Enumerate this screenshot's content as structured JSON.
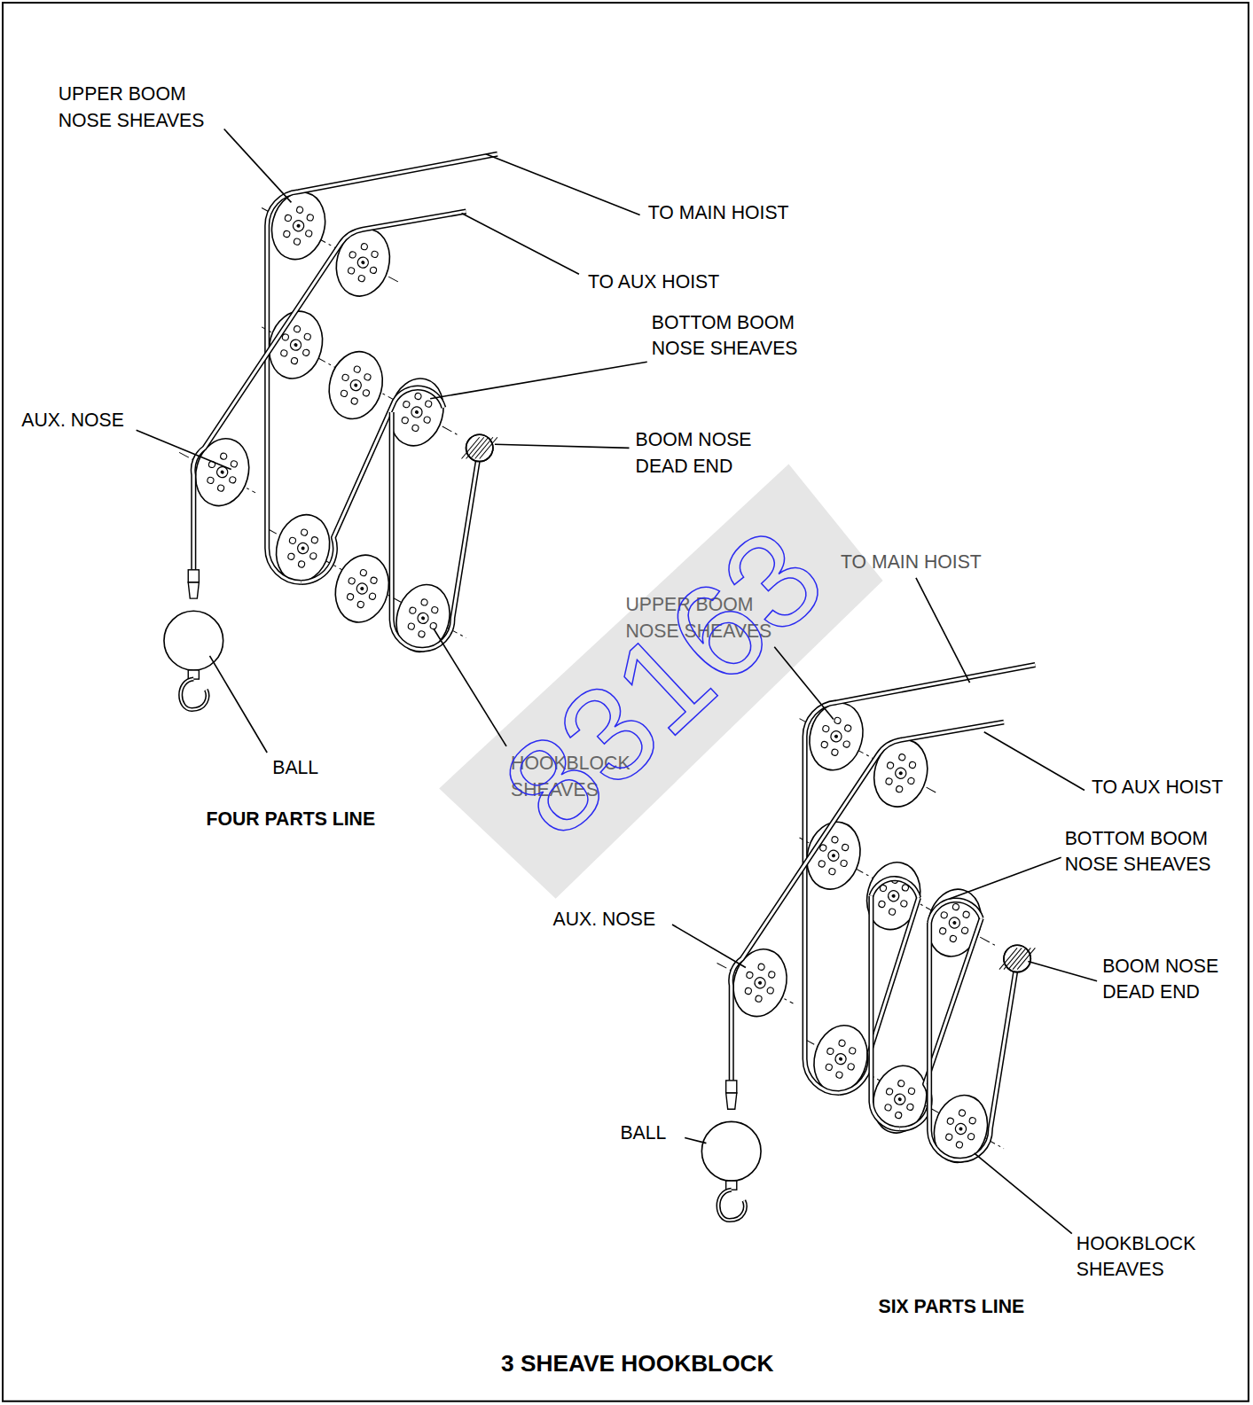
{
  "diagram": {
    "title": "3 SHEAVE HOOKBLOCK",
    "labels": [
      "UPPER BOOM NOSE SHEAVES",
      "TO MAIN HOIST",
      "TO AUX HOIST",
      "BOTTOM BOOM NOSE SHEAVES",
      "AUX. NOSE",
      "BOOM NOSE DEAD END",
      "BALL",
      "HOOKBLOCK SHEAVES",
      "FOUR PARTS LINE",
      "TO MAIN HOIST",
      "UPPER BOOM NOSE SHEAVES",
      "TO AUX HOIST",
      "BOTTOM BOOM NOSE SHEAVES",
      "AUX. NOSE",
      "BOOM NOSE DEAD END",
      "BALL",
      "HOOKBLOCK SHEAVES",
      "SIX PARTS LINE",
      "83163"
    ]
  }
}
